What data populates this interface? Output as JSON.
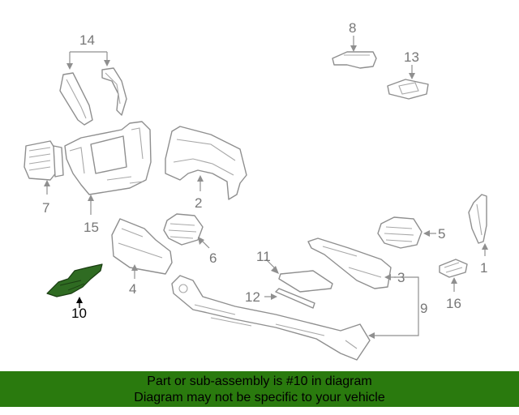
{
  "colors": {
    "highlight_part": "#2f6b22",
    "banner_background": "#2a7a0e",
    "banner_text": "#000000",
    "line_art": "#8f8f8f",
    "callout_text": "#777777"
  },
  "callouts": {
    "c1": "1",
    "c2": "2",
    "c3": "3",
    "c4": "4",
    "c5": "5",
    "c6": "6",
    "c7": "7",
    "c8": "8",
    "c9": "9",
    "c10": "10",
    "c11": "11",
    "c12": "12",
    "c13": "13",
    "c14": "14",
    "c15": "15",
    "c16": "16"
  },
  "highlighted_part": "10",
  "banner": {
    "line1": "Part or sub-assembly is #10 in diagram",
    "line2": "Diagram may not be specific to your vehicle"
  }
}
